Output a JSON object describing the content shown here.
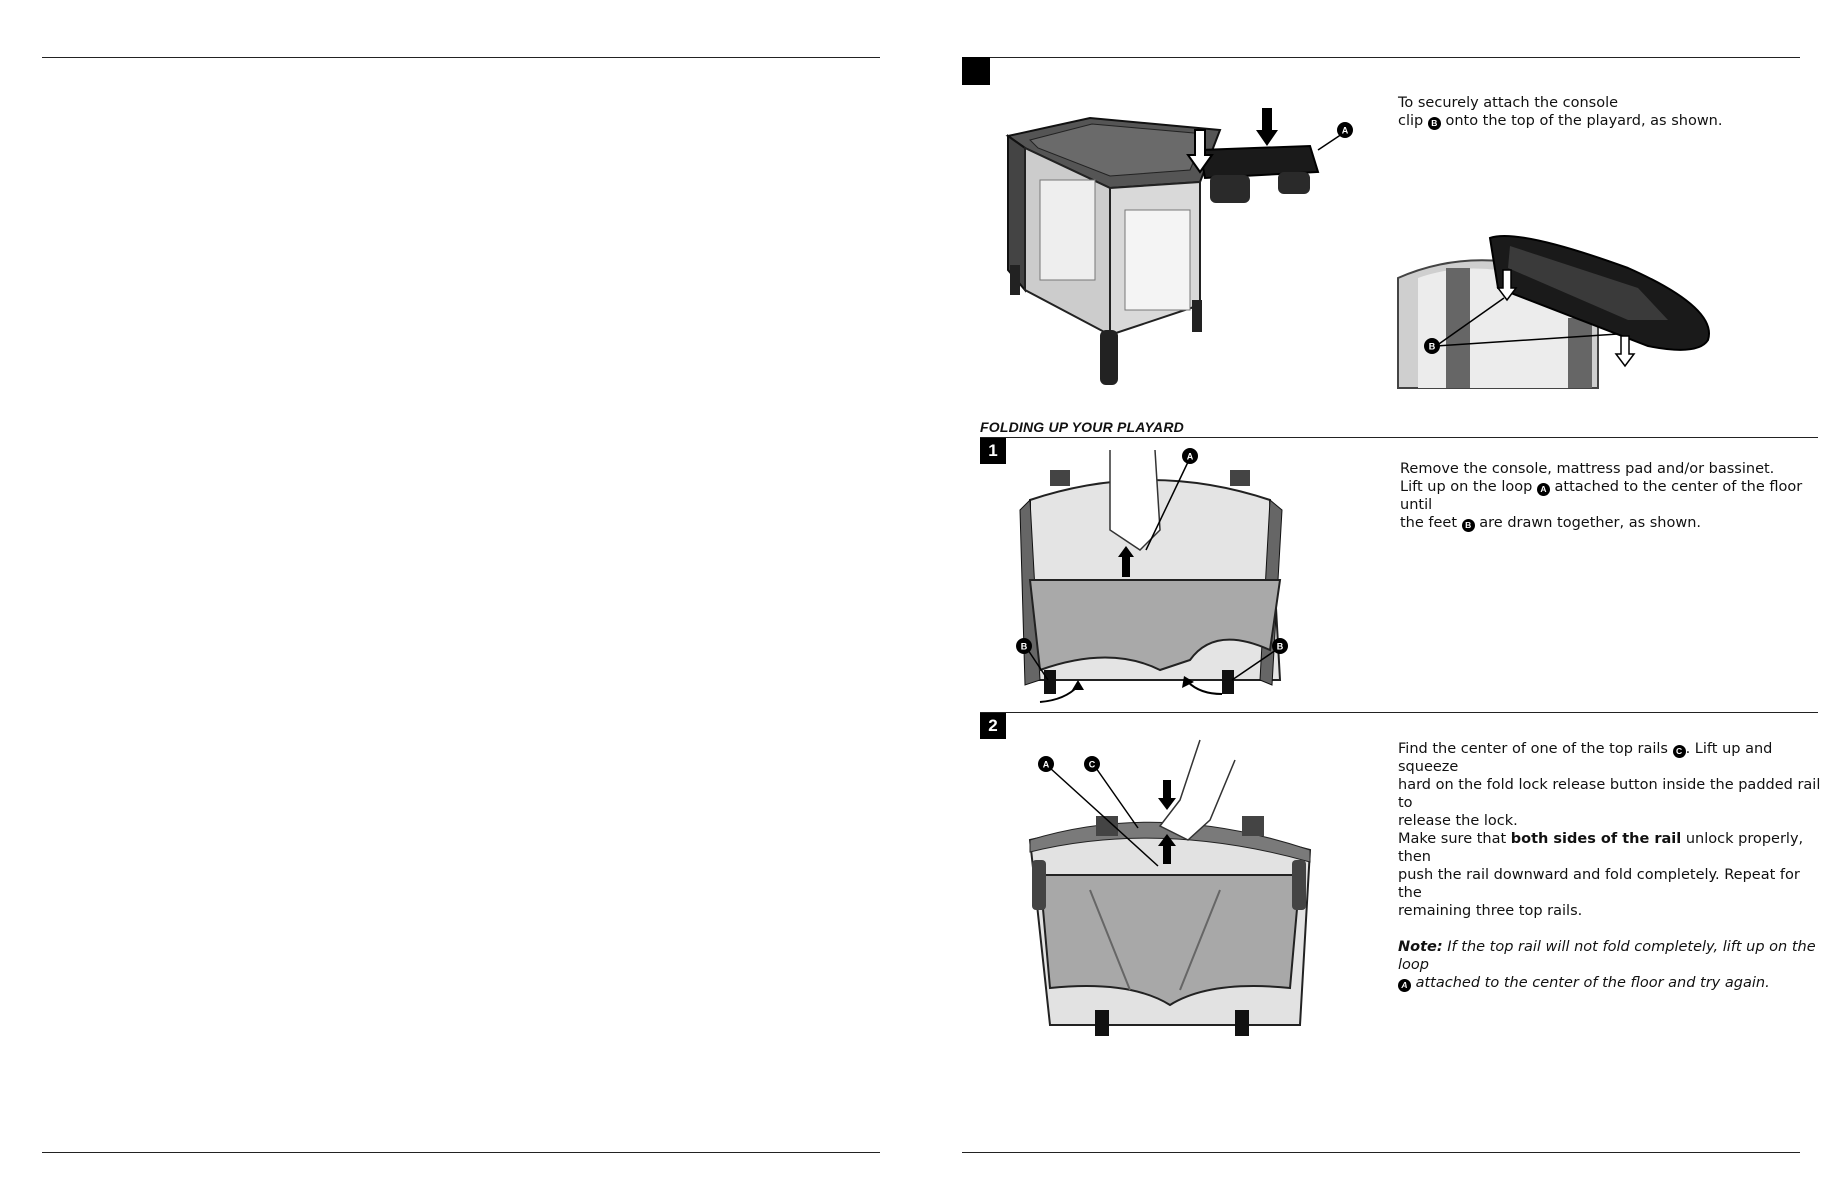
{
  "section_heading": "FOLDING UP YOUR PLAYARD",
  "steps": {
    "step1": "1",
    "step2": "2"
  },
  "console": {
    "line1": "To securely attach the console",
    "line2_pre": "clip ",
    "line2_badge": "B",
    "line2_post": " onto the top of the playard, as shown.",
    "callout_a": "A",
    "callout_b": "B"
  },
  "step1_text": {
    "line1": "Remove the console, mattress pad and/or bassinet.",
    "line2_pre": "Lift up on the loop ",
    "line2_badge": "A",
    "line2_post": " attached to the center of the floor until",
    "line3_pre": "the feet ",
    "line3_badge": "B",
    "line3_post": " are drawn together, as shown.",
    "callout_a": "A",
    "callout_b": "B"
  },
  "step2_text": {
    "line1_pre": "Find the center of one of the top rails ",
    "line1_badge": "C",
    "line1_post": ". Lift up and squeeze",
    "line2": "hard on the fold lock release button inside the padded rail to",
    "line3": "release the lock.",
    "line4_pre": "Make sure that ",
    "line4_bold": "both sides of the rail",
    "line4_post": " unlock properly, then",
    "line5": "push the rail downward and fold completely. Repeat for the",
    "line6": "remaining three top rails.",
    "note_label": "Note:",
    "note_line1": " If the top rail will not fold completely, lift up on the loop",
    "note_badge": "A",
    "note_line2": " attached to the center of the floor and try again.",
    "callout_a": "A",
    "callout_c": "C"
  }
}
